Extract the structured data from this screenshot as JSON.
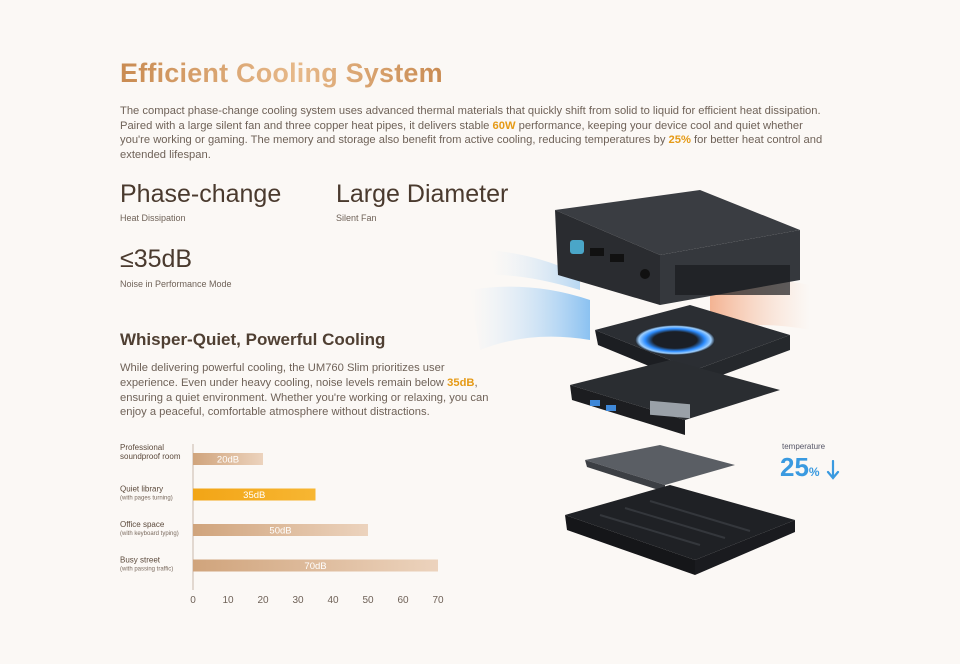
{
  "header": {
    "title": "Efficient Cooling System"
  },
  "intro": {
    "p1": "The compact phase-change cooling system uses advanced thermal materials that quickly shift from solid to liquid for efficient heat dissipation. Paired with a large silent fan and three copper heat pipes, it delivers stable ",
    "h1": "60W",
    "p2": " performance, keeping your device cool and quiet whether you're working or gaming. The memory and storage also benefit from active cooling, reducing temperatures by ",
    "h2": "25%",
    "p3": " for better heat control and extended lifespan."
  },
  "stats": [
    {
      "value": "Phase-change",
      "label": "Heat Dissipation"
    },
    {
      "value": "Large Diameter",
      "label": "Silent Fan"
    },
    {
      "value": "≤35dB",
      "label": "Noise in Performance Mode"
    }
  ],
  "section": {
    "title": "Whisper-Quiet, Powerful Cooling",
    "p1": "While delivering powerful cooling, the UM760 Slim prioritizes user experience. Even under heavy cooling, noise levels remain below ",
    "h1": "35dB",
    "p2": ", ensuring a quiet environment. Whether you're working or relaxing, you can enjoy a peaceful, comfortable atmosphere without distractions."
  },
  "temperature": {
    "label": "temperature",
    "value": "25",
    "unit": "%"
  },
  "chart_data": {
    "type": "bar",
    "orientation": "horizontal",
    "categories": [
      {
        "name": "Professional soundproof room",
        "lines": [
          "Professional",
          "soundproof room"
        ],
        "sub": ""
      },
      {
        "name": "Quiet library",
        "lines": [
          "Quiet library"
        ],
        "sub": "(with pages turning)"
      },
      {
        "name": "Office space",
        "lines": [
          "Office space"
        ],
        "sub": "(with keyboard typing)"
      },
      {
        "name": "Busy street",
        "lines": [
          "Busy street"
        ],
        "sub": "(with passing traffic)"
      }
    ],
    "values": [
      20,
      35,
      50,
      70
    ],
    "value_labels": [
      "20dB",
      "35dB",
      "50dB",
      "70dB"
    ],
    "highlight_index": 1,
    "xlim": [
      0,
      70
    ],
    "xticks": [
      0,
      10,
      20,
      30,
      40,
      50,
      60,
      70
    ],
    "grid": false,
    "colors": {
      "bar": "#d0a47c",
      "highlight": "#f2a516"
    }
  }
}
